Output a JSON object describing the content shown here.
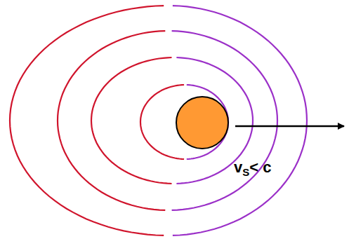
{
  "diagram": {
    "labels": [
      "v",
      "S",
      "< c"
    ]
  }
}
